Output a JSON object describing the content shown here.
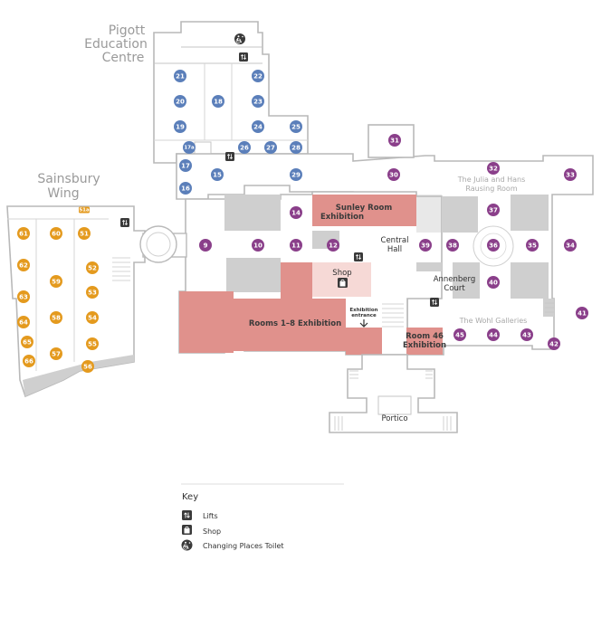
{
  "wings": {
    "pigott": [
      "Pigott",
      "Education",
      "Centre"
    ],
    "sainsbury": [
      "Sainsbury",
      "Wing"
    ]
  },
  "areas": {
    "sunley": [
      "Sunley Room",
      "Exhibition"
    ],
    "central_hall": [
      "Central",
      "Hall"
    ],
    "shop": "Shop",
    "annenberg": [
      "Annenberg",
      "Court"
    ],
    "exhibition_entrance": [
      "Exhibition",
      "entrance"
    ],
    "rooms_1_8": "Rooms 1–8 Exhibition",
    "room_46": [
      "Room 46",
      "Exhibition"
    ],
    "portico": "Portico",
    "julia_hans": [
      "The Julia and Hans",
      "Rausing Room"
    ],
    "wohl": "The Wohl Galleries"
  },
  "rooms": {
    "blue": [
      "15",
      "16",
      "17",
      "17a",
      "18",
      "19",
      "20",
      "21",
      "22",
      "23",
      "24",
      "25",
      "26",
      "27",
      "28",
      "29"
    ],
    "purple": [
      "9",
      "10",
      "11",
      "12",
      "14",
      "30",
      "31",
      "32",
      "33",
      "34",
      "35",
      "36",
      "37",
      "38",
      "39",
      "40",
      "41",
      "42",
      "43",
      "44",
      "45"
    ],
    "orange": [
      "51",
      "51a",
      "52",
      "53",
      "54",
      "55",
      "56",
      "57",
      "58",
      "59",
      "60",
      "61",
      "62",
      "63",
      "64",
      "65",
      "66"
    ]
  },
  "key": {
    "title": "Key",
    "items": [
      {
        "icon": "lift-icon",
        "label": "Lifts"
      },
      {
        "icon": "shop-icon",
        "label": "Shop"
      },
      {
        "icon": "changing-places-toilet-icon",
        "label": "Changing Places Toilet"
      }
    ]
  },
  "colors": {
    "blue_rooms": "#5b7fba",
    "purple_rooms": "#8a3f8a",
    "orange_rooms": "#e49a1e",
    "exhibition": "#e0918c"
  }
}
